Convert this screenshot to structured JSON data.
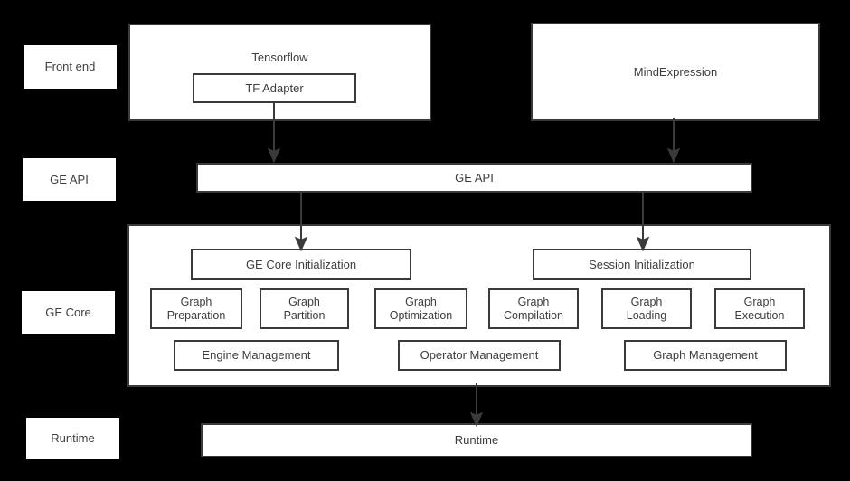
{
  "diagram": {
    "title": "GE (Graph Engine) architecture stack",
    "background_color": "#000000",
    "box_fill": "#ffffff",
    "stroke_color": "#3a3a3a",
    "text_color": "#3d3d3d"
  },
  "layer_labels": [
    {
      "id": "front-end",
      "label": "Front end"
    },
    {
      "id": "ge-api",
      "label": "GE API"
    },
    {
      "id": "ge-core",
      "label": "GE Core"
    },
    {
      "id": "runtime",
      "label": "Runtime"
    }
  ],
  "front_end": {
    "tensorflow": {
      "title": "Tensorflow",
      "child": "TF Adapter"
    },
    "mindexpression": {
      "title": "MindExpression"
    }
  },
  "ge_api_bar": {
    "label": "GE API"
  },
  "ge_core": {
    "init_boxes": [
      {
        "label": "GE Core Initialization"
      },
      {
        "label": "Session Initialization"
      }
    ],
    "stage_boxes": [
      {
        "label": "Graph\nPreparation"
      },
      {
        "label": "Graph\nPartition"
      },
      {
        "label": "Graph\nOptimization"
      },
      {
        "label": "Graph\nCompilation"
      },
      {
        "label": "Graph\nLoading"
      },
      {
        "label": "Graph\nExecution"
      }
    ],
    "management_boxes": [
      {
        "label": "Engine Management"
      },
      {
        "label": "Operator Management"
      },
      {
        "label": "Graph Management"
      }
    ]
  },
  "runtime_bar": {
    "label": "Runtime"
  },
  "arrows": [
    {
      "id": "tf-adapter-to-ge-api",
      "from": "TF Adapter",
      "to": "GE API"
    },
    {
      "id": "mindexpression-to-ge-api",
      "from": "MindExpression",
      "to": "GE API"
    },
    {
      "id": "ge-api-to-ge-core-init",
      "from": "GE API",
      "to": "GE Core Initialization"
    },
    {
      "id": "ge-api-to-session-init",
      "from": "GE API",
      "to": "Session Initialization"
    },
    {
      "id": "ge-core-to-runtime",
      "from": "GE Core",
      "to": "Runtime"
    }
  ]
}
